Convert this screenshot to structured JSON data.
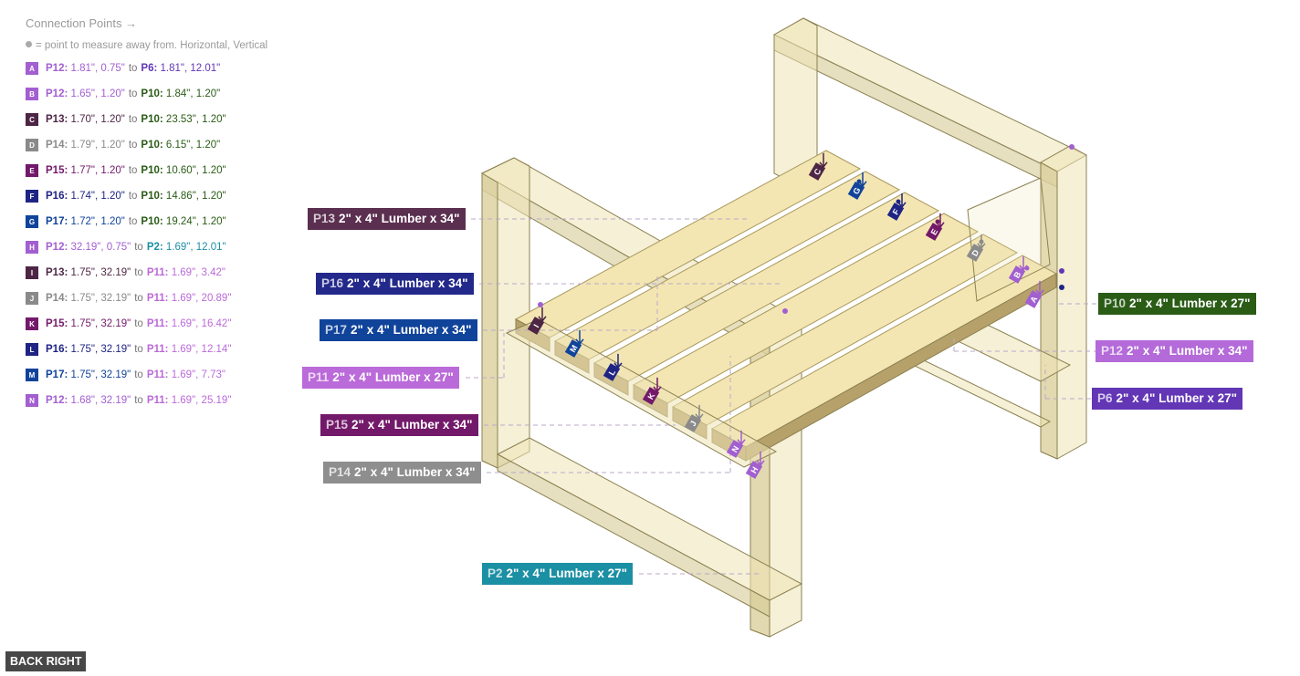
{
  "legend": {
    "title": "Connection Points →",
    "note": "= point to measure away from. Horizontal, Vertical",
    "rows": [
      {
        "letter": "A",
        "color": "#a25fd0",
        "from": "P12:",
        "from_color": "#a25fd0",
        "from_val": "1.81\", 0.75\"",
        "to": "P6:",
        "to_color": "#6236b5",
        "to_val": "1.81\", 12.01\""
      },
      {
        "letter": "B",
        "color": "#a25fd0",
        "from": "P12:",
        "from_color": "#a25fd0",
        "from_val": "1.65\", 1.20\"",
        "to": "P10:",
        "to_color": "#2a5c16",
        "to_val": "1.84\", 1.20\""
      },
      {
        "letter": "C",
        "color": "#4d2645",
        "from": "P13:",
        "from_color": "#4d2645",
        "from_val": "1.70\", 1.20\"",
        "to": "P10:",
        "to_color": "#2a5c16",
        "to_val": "23.53\", 1.20\""
      },
      {
        "letter": "D",
        "color": "#8a8a8a",
        "from": "P14:",
        "from_color": "#8a8a8a",
        "from_val": "1.79\", 1.20\"",
        "to": "P10:",
        "to_color": "#2a5c16",
        "to_val": "6.15\", 1.20\""
      },
      {
        "letter": "E",
        "color": "#73196a",
        "from": "P15:",
        "from_color": "#73196a",
        "from_val": "1.77\", 1.20\"",
        "to": "P10:",
        "to_color": "#2a5c16",
        "to_val": "10.60\", 1.20\""
      },
      {
        "letter": "F",
        "color": "#1f2484",
        "from": "P16:",
        "from_color": "#1f2484",
        "from_val": "1.74\", 1.20\"",
        "to": "P10:",
        "to_color": "#2a5c16",
        "to_val": "14.86\", 1.20\""
      },
      {
        "letter": "G",
        "color": "#10439a",
        "from": "P17:",
        "from_color": "#10439a",
        "from_val": "1.72\", 1.20\"",
        "to": "P10:",
        "to_color": "#2a5c16",
        "to_val": "19.24\", 1.20\""
      },
      {
        "letter": "H",
        "color": "#a25fd0",
        "from": "P12:",
        "from_color": "#a25fd0",
        "from_val": "32.19\", 0.75\"",
        "to": "P2:",
        "to_color": "#1b8fa3",
        "to_val": "1.69\", 12.01\""
      },
      {
        "letter": "I",
        "color": "#4d2645",
        "from": "P13:",
        "from_color": "#4d2645",
        "from_val": "1.75\", 32.19\"",
        "to": "P11:",
        "to_color": "#bb6ad9",
        "to_val": "1.69\", 3.42\""
      },
      {
        "letter": "J",
        "color": "#8a8a8a",
        "from": "P14:",
        "from_color": "#8a8a8a",
        "from_val": "1.75\", 32.19\"",
        "to": "P11:",
        "to_color": "#bb6ad9",
        "to_val": "1.69\", 20.89\""
      },
      {
        "letter": "K",
        "color": "#73196a",
        "from": "P15:",
        "from_color": "#73196a",
        "from_val": "1.75\", 32.19\"",
        "to": "P11:",
        "to_color": "#bb6ad9",
        "to_val": "1.69\", 16.42\""
      },
      {
        "letter": "L",
        "color": "#1f2484",
        "from": "P16:",
        "from_color": "#1f2484",
        "from_val": "1.75\", 32.19\"",
        "to": "P11:",
        "to_color": "#bb6ad9",
        "to_val": "1.69\", 12.14\""
      },
      {
        "letter": "M",
        "color": "#10439a",
        "from": "P17:",
        "from_color": "#10439a",
        "from_val": "1.75\", 32.19\"",
        "to": "P11:",
        "to_color": "#bb6ad9",
        "to_val": "1.69\", 7.73\""
      },
      {
        "letter": "N",
        "color": "#a25fd0",
        "from": "P12:",
        "from_color": "#a25fd0",
        "from_val": "1.68\", 32.19\"",
        "to": "P11:",
        "to_color": "#bb6ad9",
        "to_val": "1.69\", 25.19\""
      }
    ],
    "to_word": "to"
  },
  "parts": [
    {
      "key": "p13",
      "id": "P13",
      "text": "2\" x 4\" Lumber  x 34\"",
      "color": "#5b2f4f"
    },
    {
      "key": "p16",
      "id": "P16",
      "text": "2\" x 4\" Lumber  x 34\"",
      "color": "#23298a"
    },
    {
      "key": "p17",
      "id": "P17",
      "text": "2\" x 4\" Lumber  x 34\"",
      "color": "#10439a"
    },
    {
      "key": "p11",
      "id": "P11",
      "text": "2\" x 4\" Lumber  x 27\"",
      "color": "#bb6ad9"
    },
    {
      "key": "p15",
      "id": "P15",
      "text": "2\" x 4\" Lumber  x 34\"",
      "color": "#73196a"
    },
    {
      "key": "p14",
      "id": "P14",
      "text": "2\" x 4\" Lumber  x 34\"",
      "color": "#8e8e8e"
    },
    {
      "key": "p2",
      "id": "P2",
      "text": "2\" x 4\" Lumber  x 27\"",
      "color": "#1b8fa3"
    },
    {
      "key": "p10",
      "id": "P10",
      "text": "2\" x 4\" Lumber  x 27\"",
      "color": "#2a5c16"
    },
    {
      "key": "p12",
      "id": "P12",
      "text": "2\" x 4\" Lumber  x 34\"",
      "color": "#b46ad9"
    },
    {
      "key": "p6",
      "id": "P6",
      "text": "2\" x 4\" Lumber  x 27\"",
      "color": "#6236b5"
    }
  ],
  "markers": [
    {
      "letter": "C",
      "color": "#4d2645"
    },
    {
      "letter": "G",
      "color": "#10439a"
    },
    {
      "letter": "F",
      "color": "#1f2484"
    },
    {
      "letter": "E",
      "color": "#73196a"
    },
    {
      "letter": "D",
      "color": "#8a8a8a"
    },
    {
      "letter": "B",
      "color": "#a25fd0"
    },
    {
      "letter": "A",
      "color": "#a25fd0"
    },
    {
      "letter": "I",
      "color": "#4d2645"
    },
    {
      "letter": "M",
      "color": "#10439a"
    },
    {
      "letter": "L",
      "color": "#1f2484"
    },
    {
      "letter": "K",
      "color": "#73196a"
    },
    {
      "letter": "J",
      "color": "#8a8a8a"
    },
    {
      "letter": "N",
      "color": "#a25fd0"
    },
    {
      "letter": "H",
      "color": "#a25fd0"
    }
  ],
  "view_label": "BACK RIGHT"
}
